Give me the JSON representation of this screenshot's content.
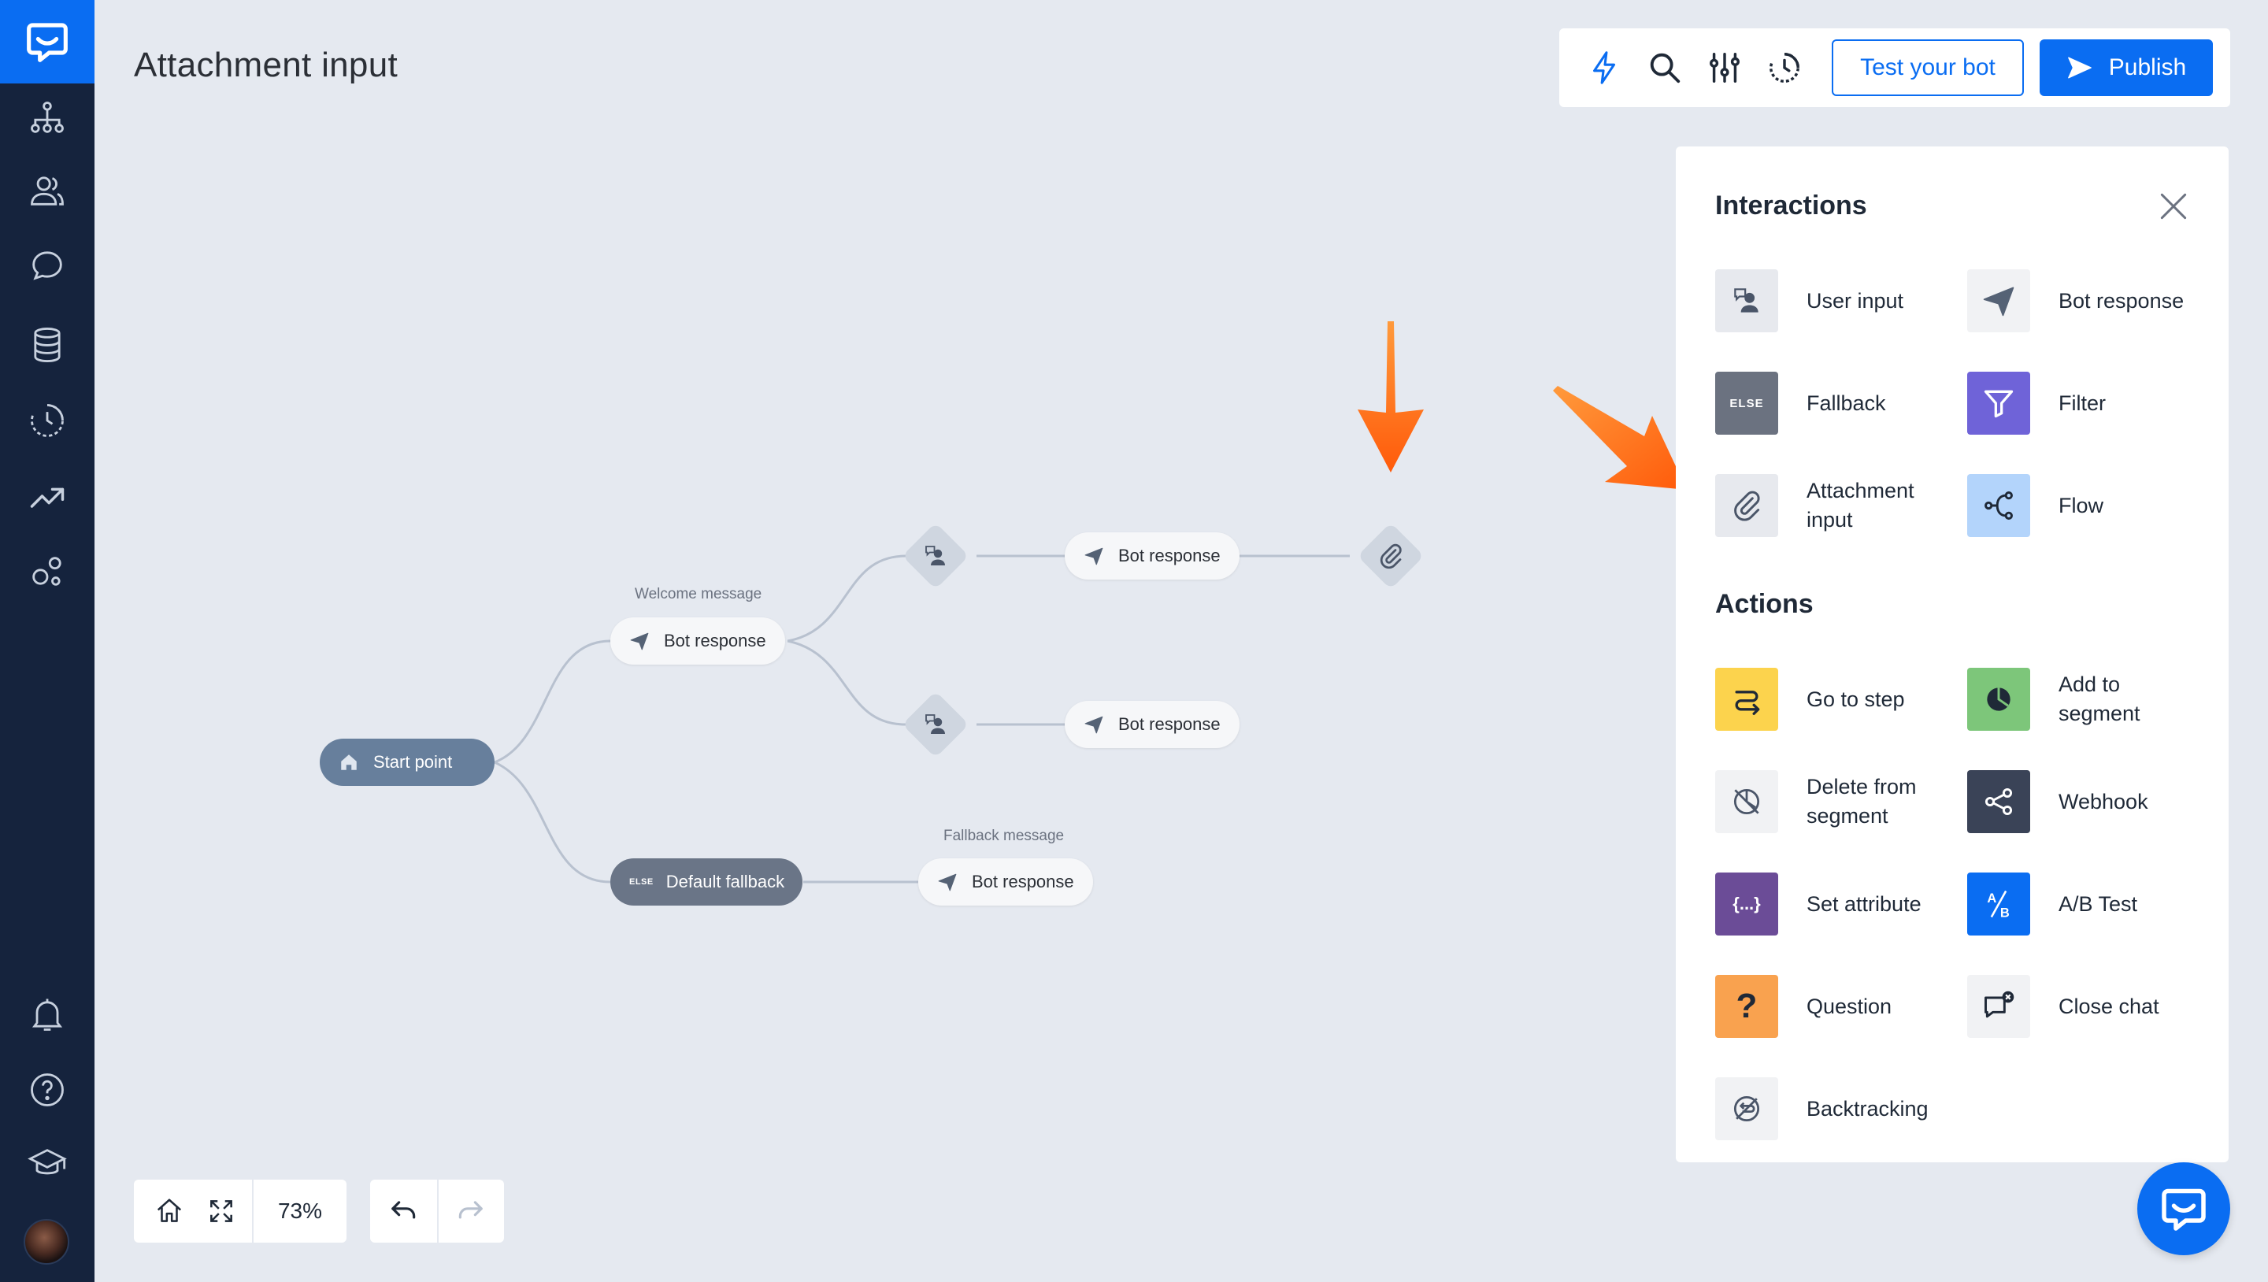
{
  "page": {
    "title": "Attachment input"
  },
  "toolbar": {
    "test_label": "Test your bot",
    "publish_label": "Publish",
    "icons": [
      "lightning-icon",
      "search-icon",
      "sliders-icon",
      "history-icon"
    ]
  },
  "canvas": {
    "start_label": "Start point",
    "welcome_caption": "Welcome message",
    "fallback_caption": "Fallback message",
    "bot_response_label": "Bot response",
    "default_fallback_label": "Default fallback",
    "else_tag": "ELSE"
  },
  "zoom": {
    "level": "73%"
  },
  "panel": {
    "interactions_title": "Interactions",
    "actions_title": "Actions",
    "interactions": [
      {
        "label": "User input",
        "color": "#e7e9ee"
      },
      {
        "label": "Bot response",
        "color": "#f1f2f4"
      },
      {
        "label": "Fallback",
        "color": "#6b7280",
        "tag": "ELSE"
      },
      {
        "label": "Filter",
        "color": "#6f63d8"
      },
      {
        "label": "Attachment input",
        "color": "#e7e9ee"
      },
      {
        "label": "Flow",
        "color": "#b3d4fb"
      }
    ],
    "actions": [
      {
        "label": "Go to step",
        "color": "#fcd34d"
      },
      {
        "label": "Add to segment",
        "color": "#7dc67a"
      },
      {
        "label": "Delete from segment",
        "color": "#f1f2f4"
      },
      {
        "label": "Webhook",
        "color": "#3a4357"
      },
      {
        "label": "Set attribute",
        "color": "#6b4c97",
        "tag": "{...}"
      },
      {
        "label": "A/B Test",
        "color": "#0a6df2"
      },
      {
        "label": "Question",
        "color": "#f9a24f",
        "tag": "?"
      },
      {
        "label": "Close chat",
        "color": "#f1f2f4"
      },
      {
        "label": "Backtracking",
        "color": "#f1f2f4"
      }
    ]
  },
  "colors": {
    "brand": "#0a6df2",
    "sidebar": "#15233d",
    "arrow": "#ff6a13"
  }
}
